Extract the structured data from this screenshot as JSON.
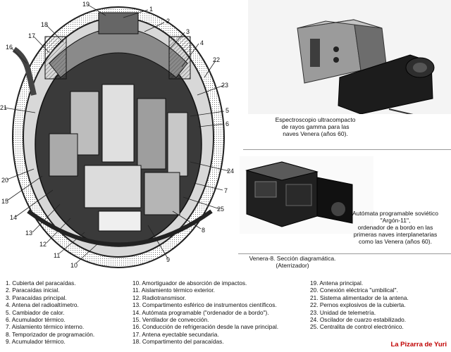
{
  "callouts": [
    "1",
    "2",
    "3",
    "4",
    "5",
    "6",
    "7",
    "8",
    "9",
    "10",
    "11",
    "12",
    "13",
    "14",
    "15",
    "16",
    "17",
    "18",
    "19",
    "20",
    "21",
    "22",
    "23",
    "24",
    "25"
  ],
  "photos": {
    "gamma_caption": "Espectroscopio ultracompacto\nde rayos gamma para las\nnaves Venera (años 60).",
    "argon_caption": "Autómata programable soviético\n\"Argón-11\",\nordenador de a bordo en las\nprimeras naves interplanetarias\ncomo las Venera (años 60).",
    "diagram_caption": "Venera-8. Sección diagramática.\n(Aterrizador)"
  },
  "legend": {
    "col1": [
      "1. Cubierta del paracaídas.",
      "2. Paracaídas inicial.",
      "3. Paracaídas principal.",
      "4. Antena del radioaltímetro.",
      "5. Cambiador de calor.",
      "6. Acumulador térmico.",
      "7. Aislamiento térmico interno.",
      "8. Temporizador de programación.",
      "9. Acumulador térmico."
    ],
    "col2": [
      "10. Amortiguador de absorción de impactos.",
      "11. Aislamiento térmico exterior.",
      "12. Radiotransmisor.",
      "13. Compartimento esférico de instrumentos científicos.",
      "14. Autómata programable (\"ordenador de a bordo\").",
      "15. Ventilador de convección.",
      "16. Conducción de refrigeración desde la nave principal.",
      "17. Antena eyectable secundaria.",
      "18. Compartimento del paracaídas."
    ],
    "col3": [
      "19. Antena principal.",
      "20. Conexión eléctrica \"umbilical\".",
      "21. Sistema alimentador de la antena.",
      "22. Pernos explosivos de la cubierta.",
      "23. Unidad de telemetría.",
      "24. Oscilador de cuarzo estabilizado.",
      "25. Centralita de control electrónico."
    ]
  },
  "site_label": "La Pizarra de Yuri"
}
